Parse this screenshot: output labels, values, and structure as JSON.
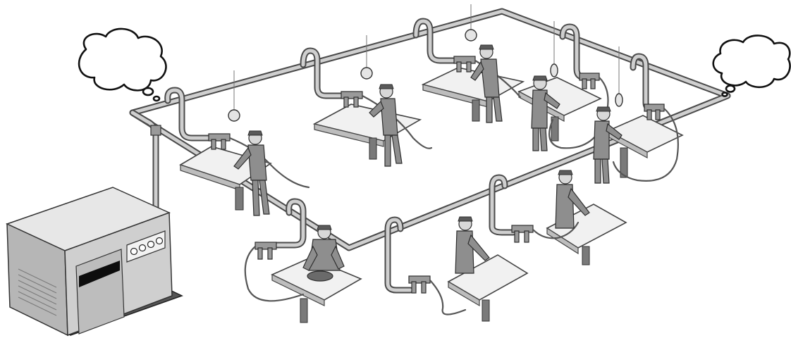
{
  "figure": {
    "kind": "compressed-air distribution loop with workstations",
    "palette": {
      "pipe": "#4a4a4a",
      "pipe_highlight": "#cfcfcf",
      "compressor_body": "#c9c9c9",
      "table": "#f1f1f1",
      "worker": "#8e8e8e"
    }
  },
  "callouts": {
    "left_bubble_text": "",
    "right_bubble_text": ""
  },
  "workstations": [
    {
      "id": "ws-1",
      "tool": "overhead-balanced-tool"
    },
    {
      "id": "ws-2",
      "tool": "overhead-balanced-tool"
    },
    {
      "id": "ws-3",
      "tool": "overhead-balanced-tool"
    },
    {
      "id": "ws-4",
      "tool": "overhead-balanced-tool"
    },
    {
      "id": "ws-5",
      "tool": "overhead-balanced-tool"
    },
    {
      "id": "ws-6",
      "tool": "sander"
    },
    {
      "id": "ws-7",
      "tool": "hand-tool"
    },
    {
      "id": "ws-8",
      "tool": "hand-tool"
    }
  ]
}
